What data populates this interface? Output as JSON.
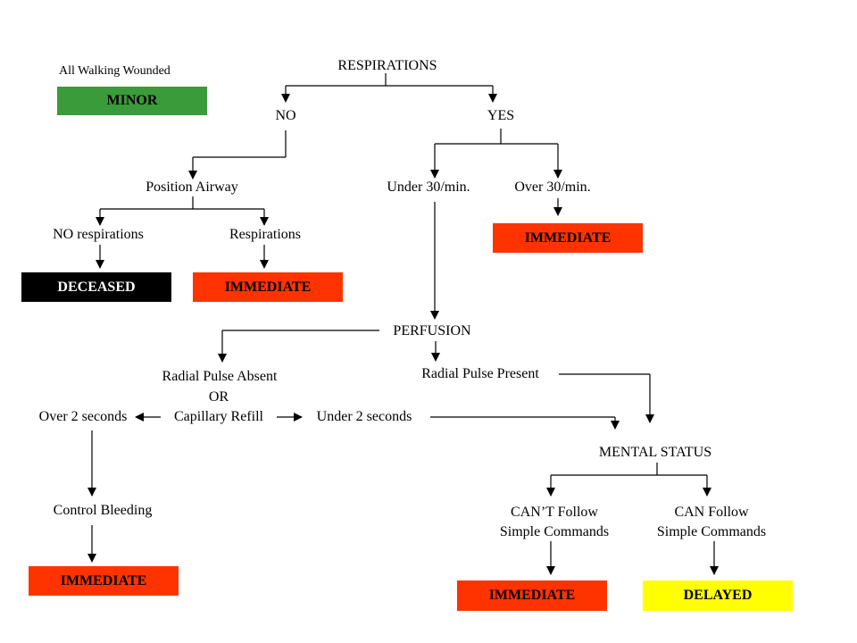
{
  "colors": {
    "minor": "#3a9b3a",
    "immediate": "#ff3300",
    "deceased": "#000000",
    "delayed": "#ffff00"
  },
  "walking_wounded": {
    "label": "All Walking Wounded",
    "category": "MINOR"
  },
  "respirations": {
    "title": "RESPIRATIONS",
    "no": "NO",
    "yes": "YES",
    "position_airway": "Position Airway",
    "no_respirations": "NO respirations",
    "respirations": "Respirations",
    "deceased": "DECEASED",
    "immediate_after_airway": "IMMEDIATE",
    "under_30": "Under 30/min.",
    "over_30": "Over 30/min.",
    "immediate_over_30": "IMMEDIATE"
  },
  "perfusion": {
    "title": "PERFUSION",
    "radial_absent": "Radial Pulse Absent",
    "or": "OR",
    "capillary_refill": "Capillary Refill",
    "over_2": "Over 2 seconds",
    "under_2": "Under 2 seconds",
    "radial_present": "Radial Pulse Present",
    "control_bleeding": "Control Bleeding",
    "immediate_bleeding": "IMMEDIATE"
  },
  "mental_status": {
    "title": "MENTAL STATUS",
    "cant_follow_1": "CAN’T Follow",
    "cant_follow_2": "Simple Commands",
    "can_follow_1": "CAN Follow",
    "can_follow_2": "Simple Commands",
    "immediate": "IMMEDIATE",
    "delayed": "DELAYED"
  }
}
